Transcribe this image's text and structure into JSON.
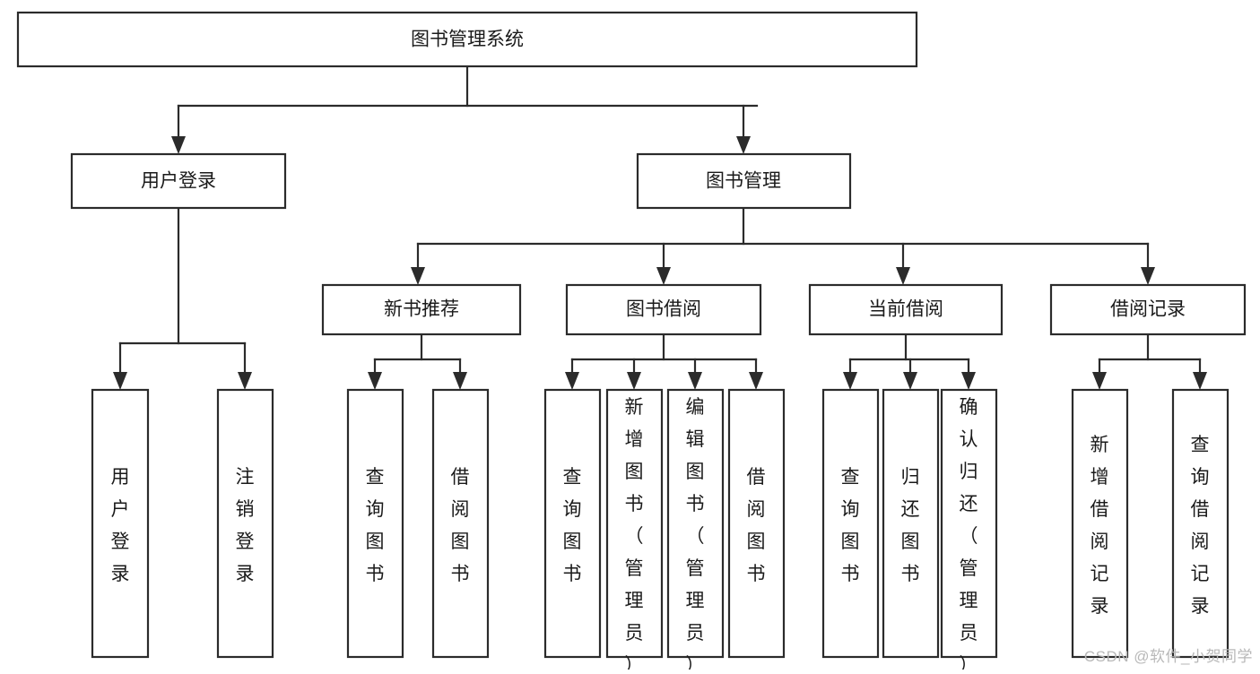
{
  "diagram": {
    "title": "图书管理系统",
    "type": "hierarchy-tree",
    "background_color": "#ffffff",
    "line_color": "#2b2b2b",
    "box_fill": "#ffffff"
  },
  "watermark": {
    "text": "CSDN @软件_小贺同学",
    "color": "#b8b8b8"
  },
  "nodes": {
    "root": {
      "label": "图书管理系统",
      "orientation": "horizontal"
    },
    "level1": [
      {
        "id": "user-login",
        "label": "用户登录",
        "orientation": "horizontal"
      },
      {
        "id": "book-manage",
        "label": "图书管理",
        "orientation": "horizontal"
      }
    ],
    "level2": [
      {
        "id": "new-book-recommend",
        "label": "新书推荐",
        "orientation": "horizontal"
      },
      {
        "id": "book-borrow",
        "label": "图书借阅",
        "orientation": "horizontal"
      },
      {
        "id": "current-borrow",
        "label": "当前借阅",
        "orientation": "horizontal"
      },
      {
        "id": "borrow-record",
        "label": "借阅记录",
        "orientation": "horizontal"
      }
    ],
    "leaves": {
      "user-login": [
        {
          "id": "leaf-user-login",
          "label": "用户登录",
          "orientation": "vertical"
        },
        {
          "id": "leaf-logout-login",
          "label": "注销登录",
          "orientation": "vertical"
        }
      ],
      "new-book-recommend": [
        {
          "id": "leaf-query-book-1",
          "label": "查询图书",
          "orientation": "vertical"
        },
        {
          "id": "leaf-borrow-book-1",
          "label": "借阅图书",
          "orientation": "vertical"
        }
      ],
      "book-borrow": [
        {
          "id": "leaf-query-book-2",
          "label": "查询图书",
          "orientation": "vertical"
        },
        {
          "id": "leaf-add-book-admin",
          "label": "新增图书（管理员）",
          "orientation": "vertical"
        },
        {
          "id": "leaf-edit-book-admin",
          "label": "编辑图书（管理员）",
          "orientation": "vertical"
        },
        {
          "id": "leaf-borrow-book-2",
          "label": "借阅图书",
          "orientation": "vertical"
        }
      ],
      "current-borrow": [
        {
          "id": "leaf-query-book-3",
          "label": "查询图书",
          "orientation": "vertical"
        },
        {
          "id": "leaf-return-book",
          "label": "归还图书",
          "orientation": "vertical"
        },
        {
          "id": "leaf-confirm-return-admin",
          "label": "确认归还（管理员）",
          "orientation": "vertical"
        }
      ],
      "borrow-record": [
        {
          "id": "leaf-add-borrow-record",
          "label": "新增借阅记录",
          "orientation": "vertical"
        },
        {
          "id": "leaf-query-borrow-record",
          "label": "查询借阅记录",
          "orientation": "vertical"
        }
      ]
    }
  }
}
